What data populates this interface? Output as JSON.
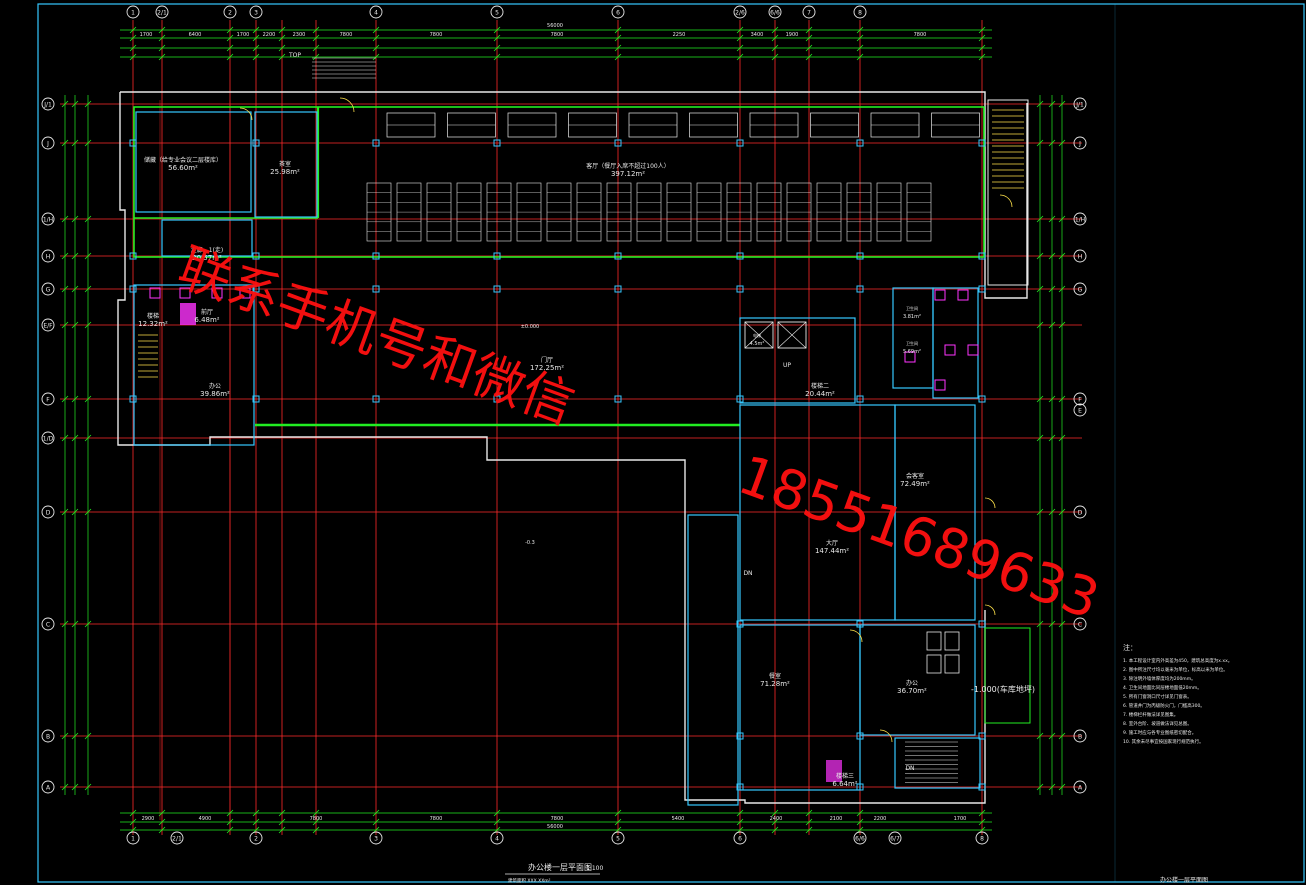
{
  "drawing": {
    "axes_top": [
      "1",
      "2/1",
      "2",
      "3",
      "4",
      "5",
      "6",
      "2/6",
      "6/6",
      "7",
      "8"
    ],
    "axes_left": [
      "J/1",
      "J",
      "1/H",
      "H",
      "G",
      "E/F",
      "F",
      "1/D",
      "D",
      "C",
      "B",
      "A"
    ],
    "axes_right": [
      "J/1",
      "J",
      "1/H",
      "H",
      "G",
      "F",
      "E",
      "D",
      "C",
      "B",
      "A"
    ],
    "axes_bottom": [
      "1",
      "2/1",
      "2",
      "3",
      "4",
      "5",
      "6",
      "6/6",
      "6/7",
      "8"
    ],
    "dims_top": [
      "1700",
      "6400",
      "1700",
      "2200",
      "2300",
      "7800",
      "7800",
      "7800",
      "2250",
      "3400",
      "1900",
      "7800"
    ],
    "dims_bottom": [
      "2900",
      "4900",
      "7800",
      "7800",
      "7800",
      "5400",
      "2400",
      "2100",
      "2200",
      "1700"
    ],
    "overall_top": "56000",
    "overall_bottom": "56000",
    "rooms": [
      {
        "name": "储藏（给专业会议二层楼库）",
        "area": "56.60m²"
      },
      {
        "name": "茶室",
        "area": "25.98m²"
      },
      {
        "name": "客厅（餐厅入席不超过100人）",
        "area": "397.12m²"
      },
      {
        "name": "走廊，1(走)",
        "area": "20.57m²"
      },
      {
        "name": "楼梯",
        "area": "12.32m²"
      },
      {
        "name": "前厅",
        "area": "6.48m²"
      },
      {
        "name": "办公",
        "area": "39.86m²"
      },
      {
        "name": "门厅",
        "area": "172.25m²"
      },
      {
        "name": "楼梯二",
        "area": "20.44m²"
      },
      {
        "name": "会客室",
        "area": "72.49m²"
      },
      {
        "name": "大厅",
        "area": "147.44m²"
      },
      {
        "name": "餐室",
        "area": "71.28m²"
      },
      {
        "name": "办公",
        "area": "36.70m²"
      },
      {
        "name": "楼梯三",
        "area": "6.64m²"
      },
      {
        "name": "电梯",
        "area": "4.5m²"
      },
      {
        "name": "卫生间",
        "area": "5.69m²"
      },
      {
        "name": "卫生间",
        "area": "3.81m²"
      }
    ],
    "elevations": [
      "±0.000",
      "-0.3",
      "-1.000(车库地坪)"
    ],
    "labels": [
      "TOP",
      "DN",
      "UP",
      "DN"
    ],
    "notes_title": "注：",
    "notes": [
      "1. 本工程设计室内外高差为450，建筑总高度为x.xx。",
      "2. 图中所注尺寸均以毫米为单位，标高以米为单位。",
      "3. 除注明外墙体厚度均为200mm。",
      "4. 卫生间地面比同层楼地面低20mm。",
      "5. 所有门窗洞口尺寸详见门窗表。",
      "6. 管道井门为丙级防火门，门槛高300。",
      "7. 楼梯栏杆做法详见图集。",
      "8. 室外台阶、坡道做法详见总图。",
      "9. 施工时应与各专业图纸密切配合。",
      "10. 其余未尽事宜按国家现行规范执行。"
    ],
    "title": "办公楼一层平面图",
    "scale": "1:100",
    "subtitle": "建筑面积 XXX.XXm²",
    "sheet_label": "办公楼一层平面图",
    "watermark_text": "联系手机号和微信",
    "watermark_phone": "18551689633"
  },
  "colors": {
    "background": "#000000",
    "axis_red": "#ff2a2a",
    "wall_white": "#e8e8e8",
    "green": "#22ee22",
    "cyan": "#35c8ff",
    "magenta": "#ff33ff",
    "yellow": "#ffe24a",
    "watermark": "#ff1010"
  }
}
